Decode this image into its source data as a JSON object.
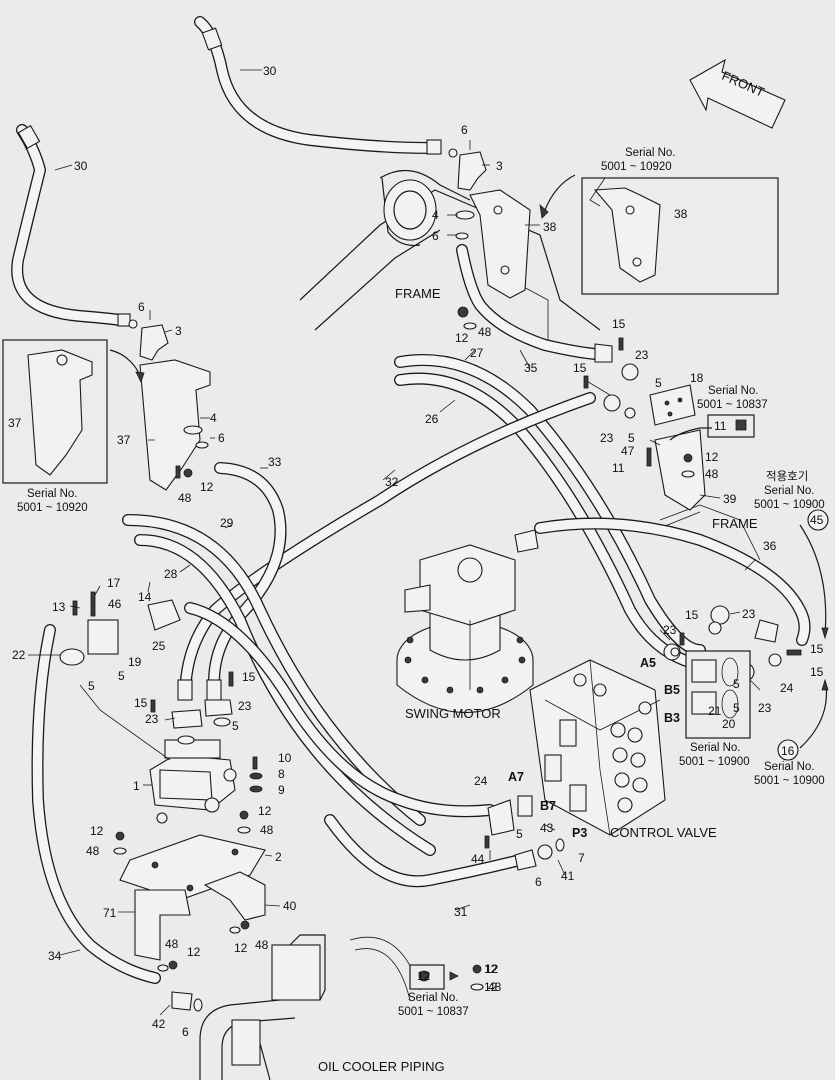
{
  "labels": {
    "frame1": "FRAME",
    "frame2": "FRAME",
    "front": "FRONT",
    "swing_motor": "SWING MOTOR",
    "control_valve": "CONTROL VALVE",
    "oil_cooler": "OIL COOLER PIPING"
  },
  "ports": {
    "a5": "A5",
    "b5": "B5",
    "b3": "B3",
    "a7": "A7",
    "b7": "B7",
    "p3": "P3"
  },
  "serials": {
    "heading": "Serial No.",
    "r1": "5001 ~ 10920",
    "r2": "5001 ~ 10837",
    "r3": "5001 ~ 10900",
    "korean": "적용호기"
  },
  "parts": {
    "p1": "1",
    "p2": "2",
    "p3": "3",
    "p4": "4",
    "p5": "5",
    "p6": "6",
    "p7": "7",
    "p8": "8",
    "p9": "9",
    "p10": "10",
    "p11": "11",
    "p12": "12",
    "p13": "13",
    "p14": "14",
    "p15": "15",
    "p16": "16",
    "p17": "17",
    "p18": "18",
    "p19": "19",
    "p20": "20",
    "p21": "21",
    "p22": "22",
    "p23": "23",
    "p24": "24",
    "p25": "25",
    "p26": "26",
    "p27": "27",
    "p28": "28",
    "p29": "29",
    "p30": "30",
    "p31": "31",
    "p32": "32",
    "p33": "33",
    "p34": "34",
    "p35": "35",
    "p36": "36",
    "p37": "37",
    "p38": "38",
    "p39": "39",
    "p40": "40",
    "p41": "41",
    "p42": "42",
    "p43": "43",
    "p44": "44",
    "p45": "45",
    "p46": "46",
    "p47": "47",
    "p48": "48",
    "p71": "71"
  }
}
